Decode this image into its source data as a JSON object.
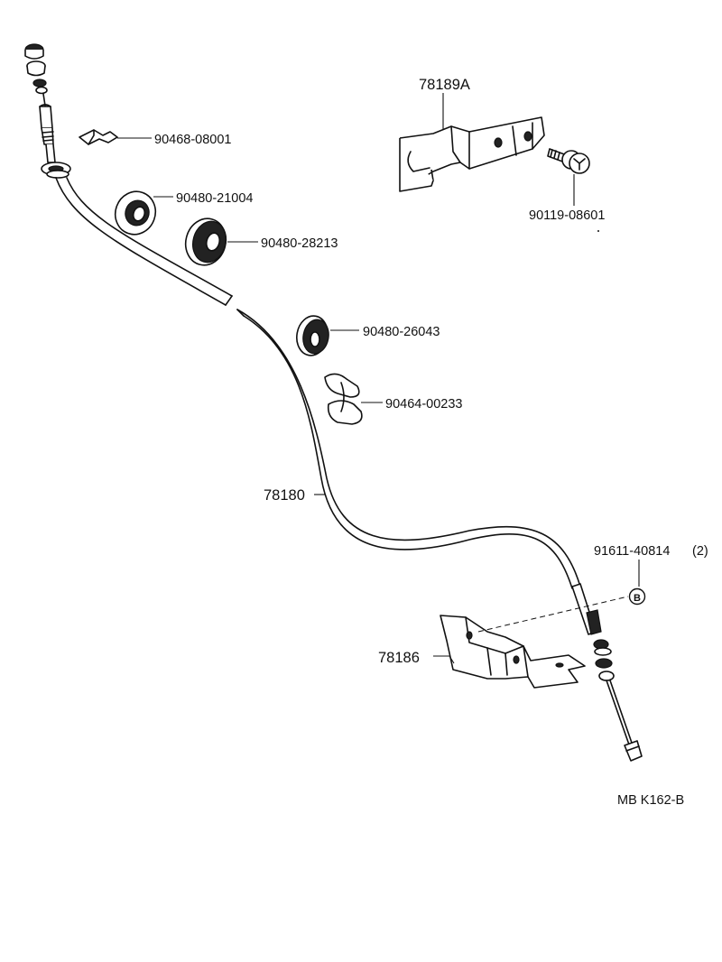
{
  "labels": {
    "p90468": "90468-08001",
    "p78189a": "78189A",
    "p90119": "90119-08601",
    "p90480_21004": "90480-21004",
    "p90480_28213": "90480-28213",
    "p90480_26043": "90480-26043",
    "p90464": "90464-00233",
    "p78180": "78180",
    "p91611": "91611-40814",
    "p91611_qty": "(2)",
    "ref_b": "B",
    "p78186": "78186",
    "code": "MB K162-B"
  }
}
